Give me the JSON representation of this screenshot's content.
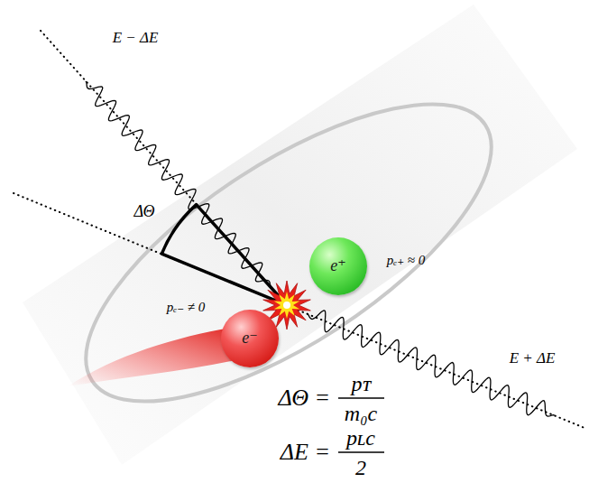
{
  "diagram": {
    "nodes": [
      {
        "text": [
          "e⁺",
          "pₑ₊ ≈ 0"
        ]
      },
      {
        "text": [
          "e⁻",
          "pₑ₋ ≠ 0"
        ]
      }
    ],
    "labels": [
      "E − ΔE",
      "ΔΘ",
      "E + ΔE",
      "ΔΘ =",
      "pᴛ",
      "m₀c",
      "ΔE =",
      "pʟc",
      "2"
    ]
  }
}
